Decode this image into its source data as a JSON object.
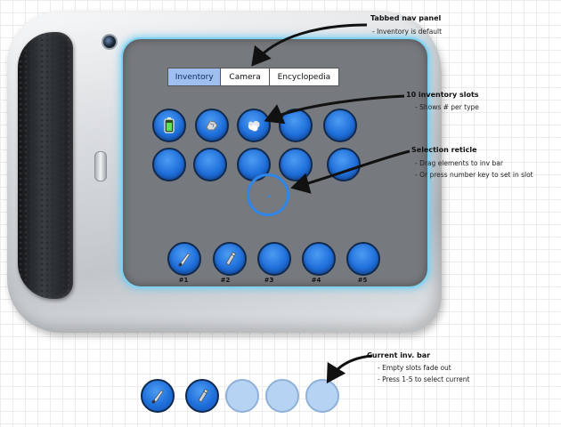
{
  "tabs": [
    {
      "label": "Inventory",
      "active": true
    },
    {
      "label": "Camera",
      "active": false
    },
    {
      "label": "Encyclopedia",
      "active": false
    }
  ],
  "inventory_slots": [
    {
      "icon": "battery-icon"
    },
    {
      "icon": "metal-scrap-icon"
    },
    {
      "icon": "crystal-icon"
    },
    {
      "icon": null
    },
    {
      "icon": null
    },
    {
      "icon": null
    },
    {
      "icon": null
    },
    {
      "icon": null
    },
    {
      "icon": null
    },
    {
      "icon": null
    }
  ],
  "hotbar": {
    "slots": [
      {
        "number": "#1",
        "icon": "knife-icon"
      },
      {
        "number": "#2",
        "icon": "flashlight-icon"
      },
      {
        "number": "#3",
        "icon": null
      },
      {
        "number": "#4",
        "icon": null
      },
      {
        "number": "#5",
        "icon": null
      }
    ]
  },
  "current_bar": [
    {
      "icon": "knife-icon",
      "empty": false
    },
    {
      "icon": "flashlight-icon",
      "empty": false
    },
    {
      "icon": null,
      "empty": true
    },
    {
      "icon": null,
      "empty": true
    },
    {
      "icon": null,
      "empty": true
    }
  ],
  "annotations": {
    "tabs": {
      "title": "Tabbed nav panel",
      "lines": [
        "- Inventory is default"
      ]
    },
    "slots": {
      "title": "10 inventory slots",
      "lines": [
        "- Shows # per type"
      ]
    },
    "reticle": {
      "title": "Selection reticle",
      "lines": [
        "- Drag elements to inv bar",
        "- Or press number key to set in slot"
      ]
    },
    "current": {
      "title": "Current inv. bar",
      "lines": [
        "- Empty slots fade out",
        "- Press 1-5 to select current"
      ]
    }
  },
  "colors": {
    "slot_fill": "#1f6fdb",
    "slot_empty": "#b6d3f4",
    "screen_glow": "#7fd3f2",
    "active_tab": "#9fbff0",
    "reticle": "#2f86e8"
  }
}
